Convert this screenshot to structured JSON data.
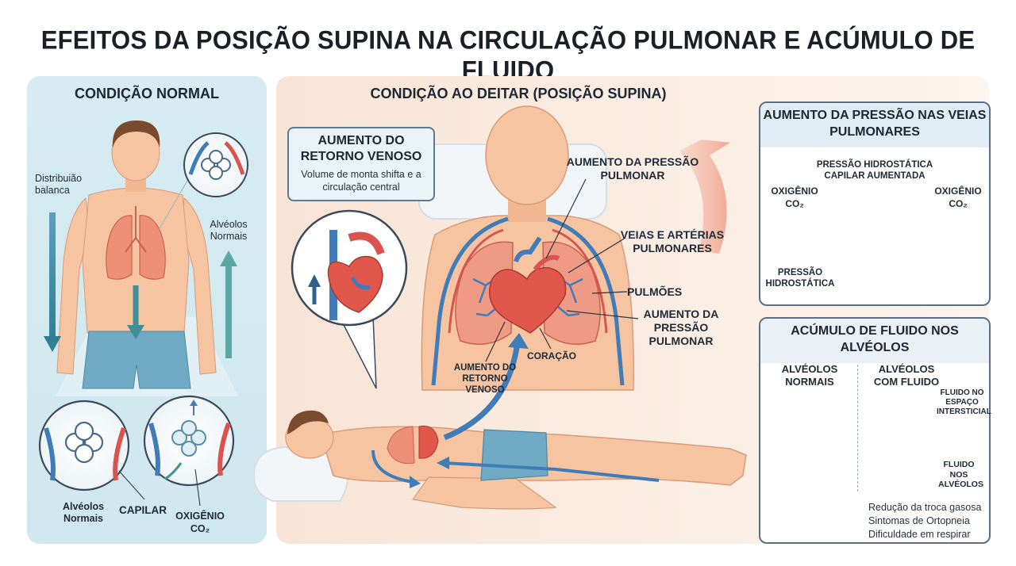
{
  "title": "EFEITOS DA POSIÇÃO SUPINA NA CIRCULAÇÃO PULMONAR E ACÚMULO DE FLUIDO",
  "normal": {
    "title": "CONDIÇÃO NORMAL",
    "distribution": "Distribuião balanca",
    "alveoli_top": "Alvéolos Normais",
    "alveoli_bottom": "Alvéolos Normais",
    "capillary": "CAPILAR",
    "oxygen": "OXIGÊNIO",
    "co2": "CO₂"
  },
  "supine": {
    "title": "CONDIÇÃO AO DEITAR (POSIÇÃO SUPINA)",
    "venous_box_title": "AUMENTO DO RETORNO VENOSO",
    "venous_box_text": "Volume de monta shifta e a circulação central",
    "pressure_top": "AUMENTO DA PRESSÃO PULMONAR",
    "vessels": "VEIAS E ARTÉRIAS PULMONARES",
    "lungs": "PULMÕES",
    "pressure_bottom": "AUMENTO DA PRESSÃO PULMONAR",
    "heart": "CORAÇÃO",
    "venous_return": "AUMENTO DO RETORNO VENOSO"
  },
  "card_pressure": {
    "title": "AUMENTO DA PRESSÃO NAS VEIAS PULMONARES",
    "capillary_pressure": "PRESSÃO HIDROSTÁTICA CAPILAR AUMENTADA",
    "oxygen_left": "OXIGÊNIO",
    "co2_left": "CO₂",
    "oxygen_right": "OXIGÊNIO",
    "co2_right": "CO₂",
    "hydrostatic": "PRESSÃO HIDROSTÁTICA"
  },
  "card_fluid": {
    "title": "ACÚMULO DE FLUIDO NOS ALVÉOLOS",
    "normal": "ALVÉOLOS NORMAIS",
    "fluid": "ALVÉOLOS COM FLUIDO",
    "interstitial": "FLUIDO NO ESPAÇO INTERSTICIAL",
    "in_alveoli": "FLUIDO NOS ALVÉOLOS",
    "symptoms": [
      "Redução da troca gasosa",
      "Sintomas de Ortopneia",
      "Dificuldade em respirar"
    ]
  },
  "colors": {
    "artery_red": "#d9534f",
    "vein_blue": "#3f7cb8",
    "skin": "#f6c4a0",
    "lung": "#ee8f78",
    "heart": "#e2574c",
    "fluid": "#a9dbe6"
  }
}
